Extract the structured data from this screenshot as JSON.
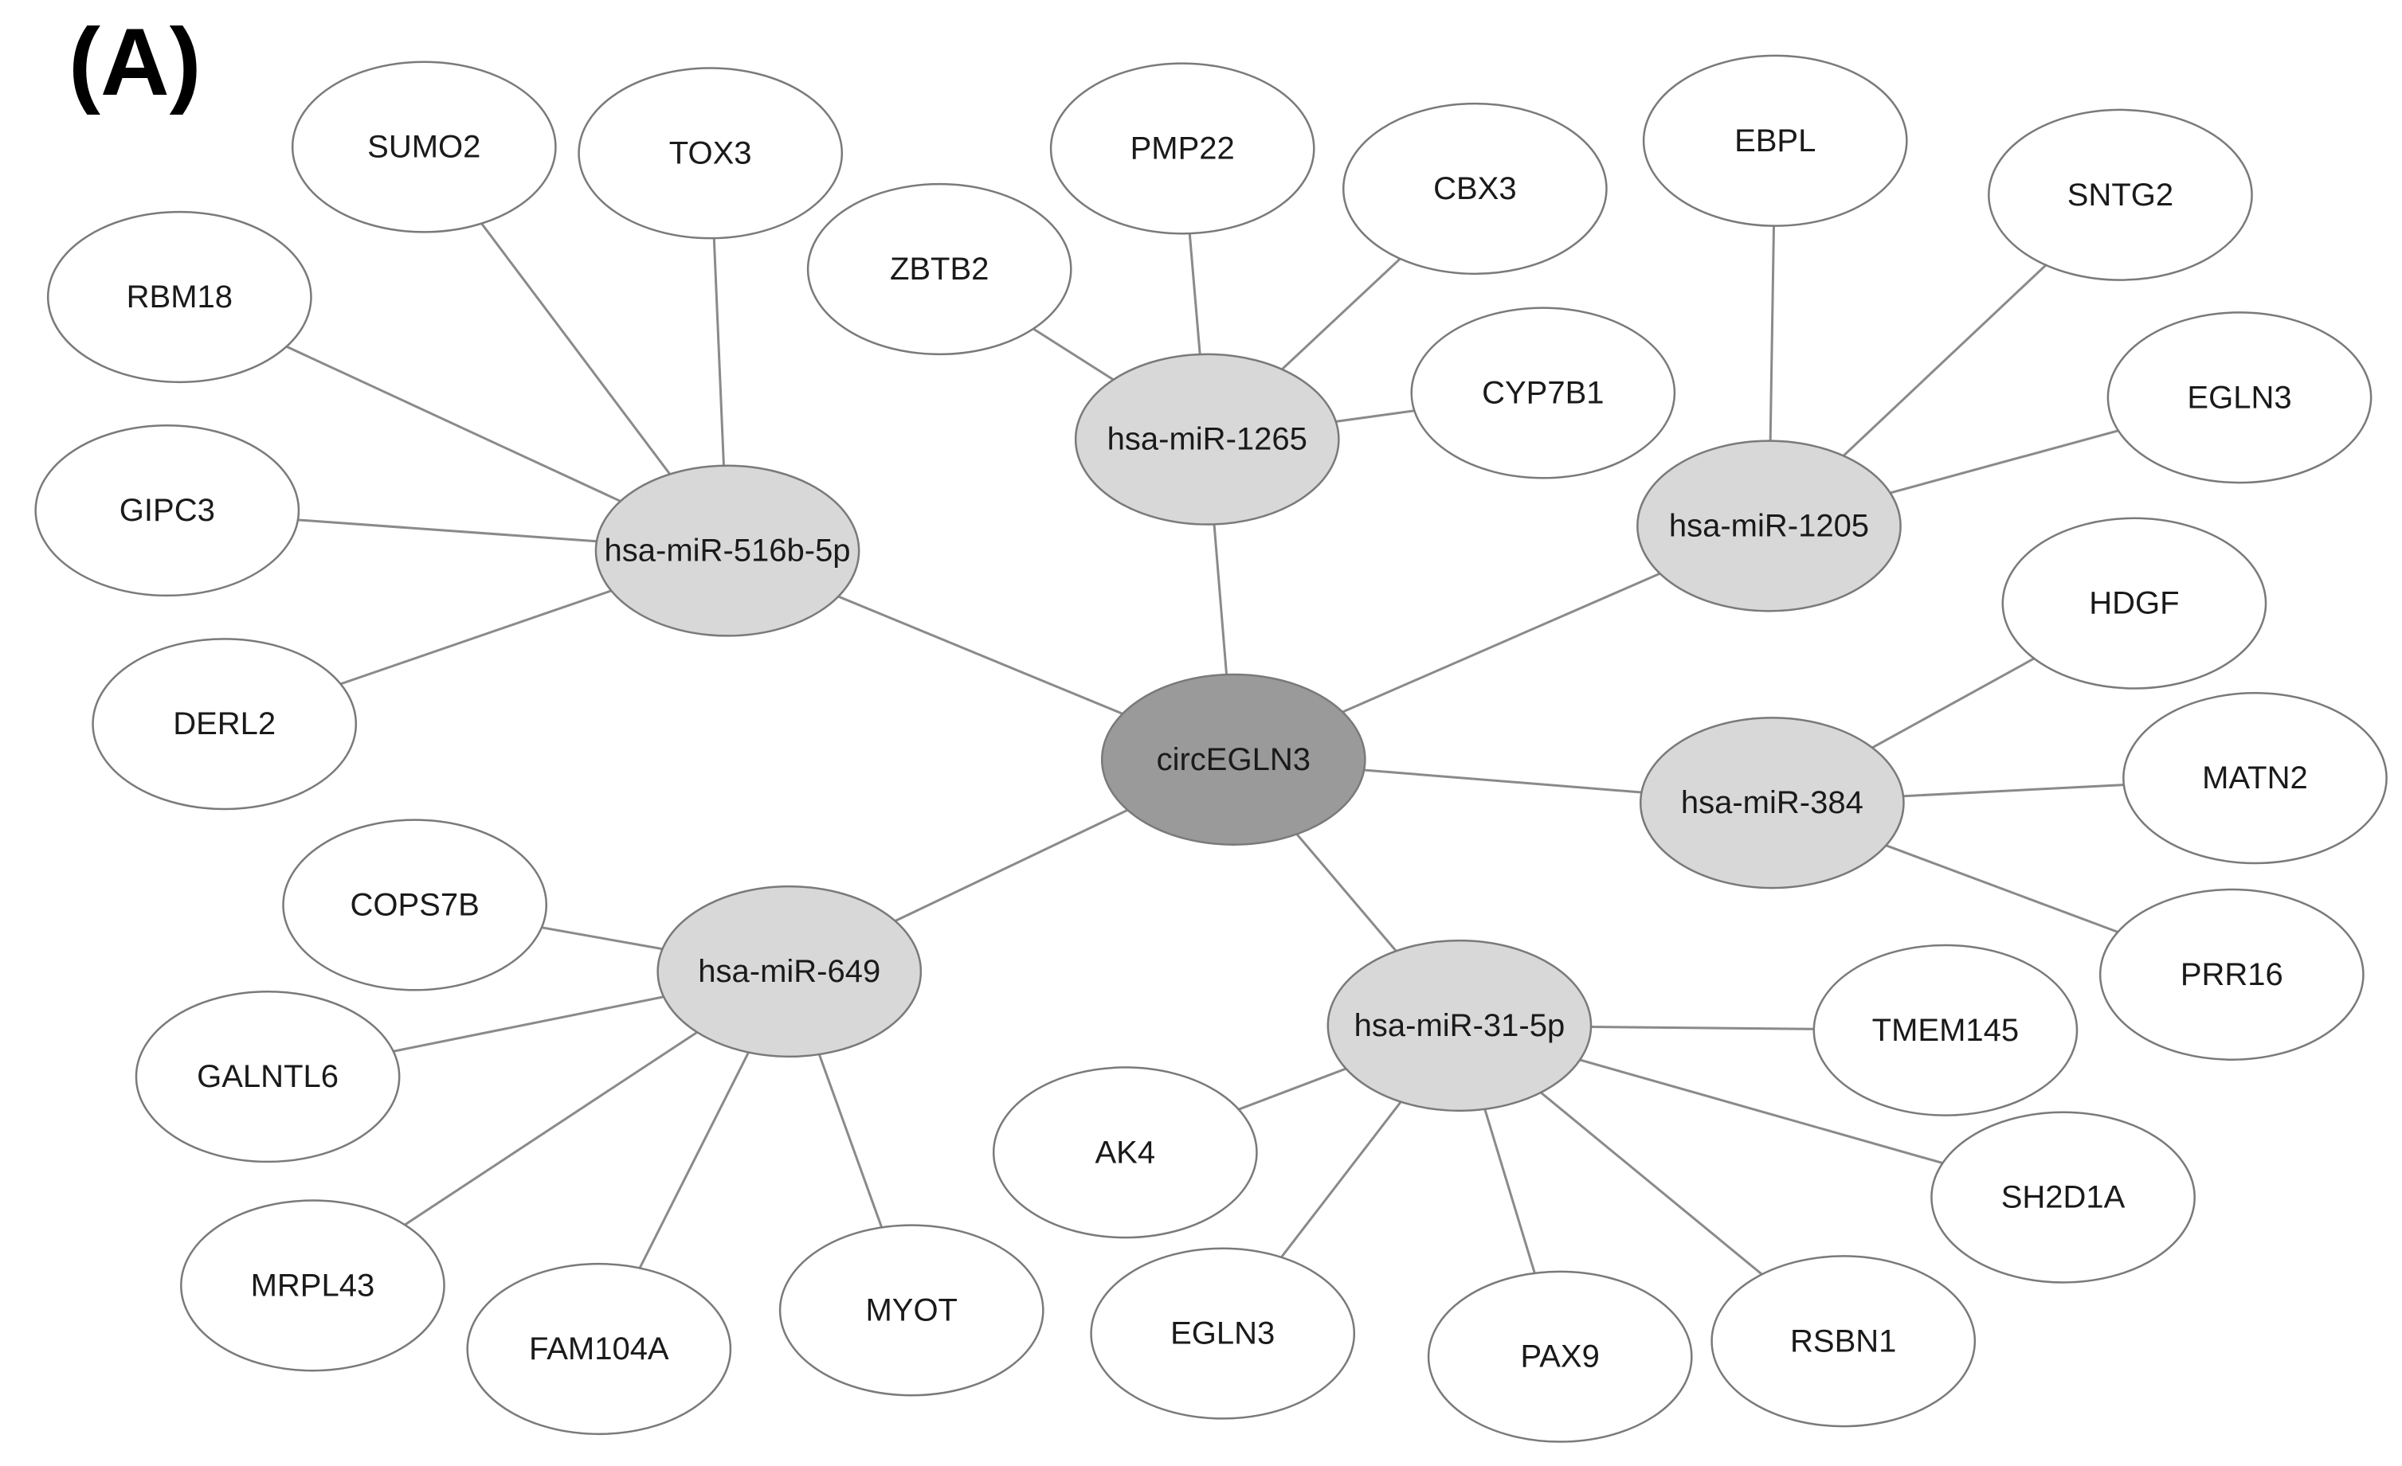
{
  "panel_label": "(A)",
  "colors": {
    "edge": "#8a8a8a",
    "node_stroke": "#7a7a7a",
    "gene_fill": "#ffffff",
    "mirna_fill": "#d8d8d8",
    "center_fill": "#9a9a9a"
  },
  "network": {
    "center": "circEGLN3",
    "mirnas": [
      {
        "name": "hsa-miR-516b-5p",
        "targets": [
          "SUMO2",
          "TOX3",
          "RBM18",
          "GIPC3",
          "DERL2"
        ]
      },
      {
        "name": "hsa-miR-1265",
        "targets": [
          "ZBTB2",
          "PMP22",
          "CBX3",
          "CYP7B1"
        ]
      },
      {
        "name": "hsa-miR-1205",
        "targets": [
          "EBPL",
          "SNTG2",
          "EGLN3"
        ]
      },
      {
        "name": "hsa-miR-384",
        "targets": [
          "HDGF",
          "MATN2",
          "PRR16"
        ]
      },
      {
        "name": "hsa-miR-31-5p",
        "targets": [
          "TMEM145",
          "SH2D1A",
          "RSBN1",
          "PAX9",
          "EGLN3",
          "AK4"
        ]
      },
      {
        "name": "hsa-miR-649",
        "targets": [
          "COPS7B",
          "GALNTL6",
          "MRPL43",
          "FAM104A",
          "MYOT"
        ]
      }
    ]
  }
}
